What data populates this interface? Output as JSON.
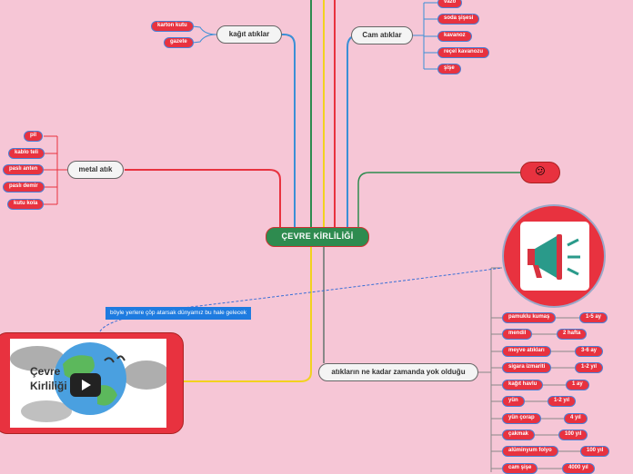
{
  "center": {
    "label": "ÇEVRE KİRLİLİĞİ"
  },
  "branches": {
    "kagit": {
      "label": "kağıt atıklar",
      "items": [
        "karton kutu",
        "gazete"
      ]
    },
    "cam": {
      "label": "Cam atıklar",
      "items": [
        "vazo",
        "soda şişesi",
        "kavanoz",
        "reçel kavanozu",
        "şişe"
      ]
    },
    "metal": {
      "label": "metal atık",
      "items": [
        "pil",
        "kablo teli",
        "paslı anten",
        "paslı demir",
        "kutu kola"
      ]
    },
    "emoji": {
      "label": "😕"
    },
    "decay": {
      "label": "atıkların ne kadar zamanda yok olduğu",
      "rows": [
        {
          "item": "pamuklu kumaş",
          "time": "1-5 ay"
        },
        {
          "item": "mendil",
          "time": "2 hafta"
        },
        {
          "item": "meyve atıkları",
          "time": "3-6 ay"
        },
        {
          "item": "sigara izmariti",
          "time": "1-2 yıl"
        },
        {
          "item": "kağıt havlu",
          "time": "1 ay"
        },
        {
          "item": "yün",
          "time": "1-2 yıl"
        },
        {
          "item": "yün çorap",
          "time": "4 yıl"
        },
        {
          "item": "çakmak",
          "time": "100 yıl"
        },
        {
          "item": "alüminyum folyo",
          "time": "100 yıl"
        },
        {
          "item": "cam şişe",
          "time": "4000 yıl"
        }
      ]
    }
  },
  "callout": {
    "text": "böyle yerlere çöp atarsak dünyamız bu hale gelecek"
  },
  "video": {
    "title": "Çevre\nKirliliği"
  },
  "colors": {
    "background": "#f6c6d6",
    "pill": "#e8323f",
    "center": "#2e8b4f",
    "callout": "#1e7be0"
  },
  "icons": {
    "circle_image": "megaphone-icon",
    "video_button": "play-icon"
  }
}
